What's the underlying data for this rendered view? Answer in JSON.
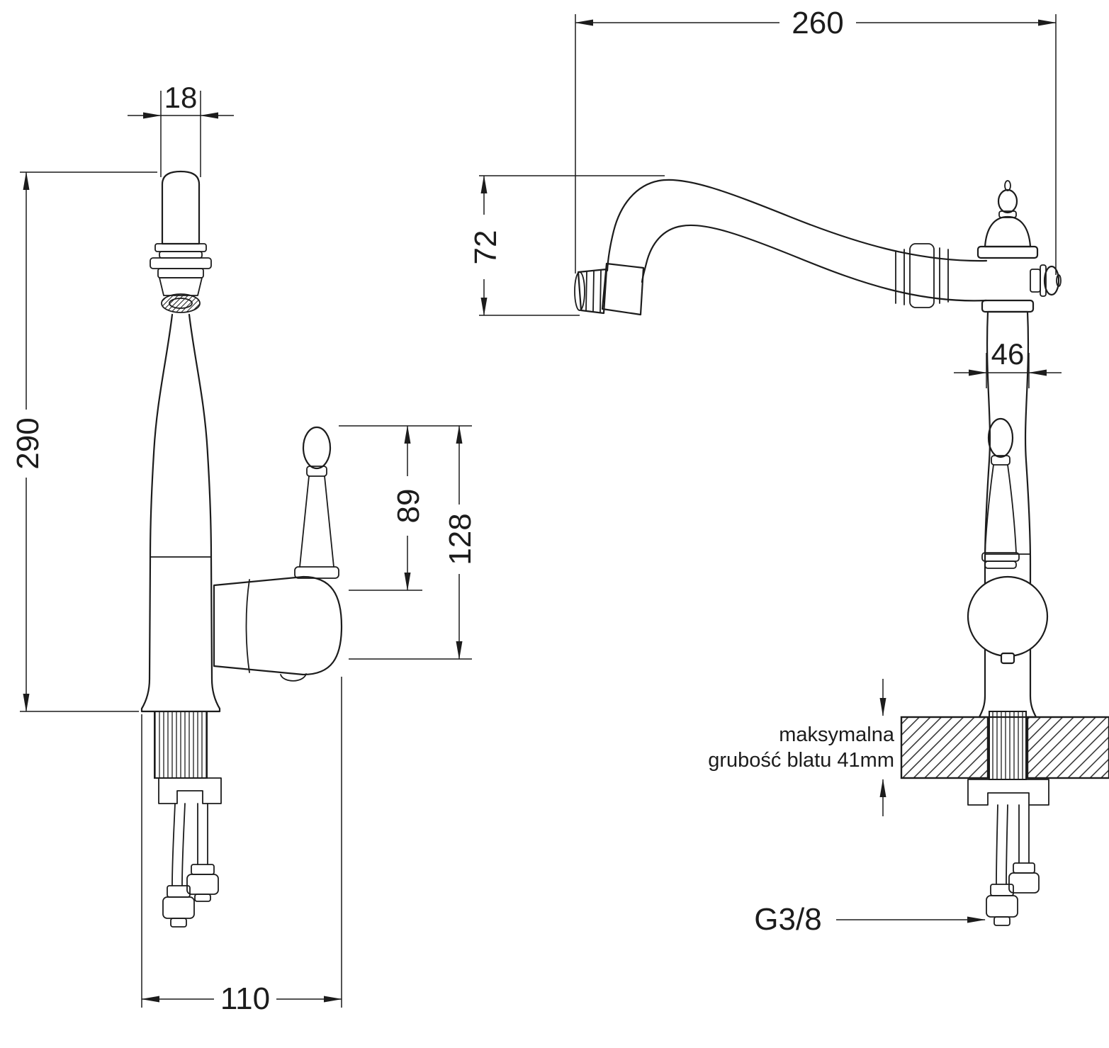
{
  "drawing": {
    "dimensions": {
      "spout_tip_width": "18",
      "total_height": "290",
      "handle_height": "89",
      "handle_total_height": "128",
      "base_depth": "110",
      "spout_reach": "260",
      "spout_drop": "72",
      "body_width": "46"
    },
    "annotations": {
      "max_counter_line1": "maksymalna",
      "max_counter_line2": "grubość blatu 41mm",
      "thread_label": "G3/8"
    }
  }
}
